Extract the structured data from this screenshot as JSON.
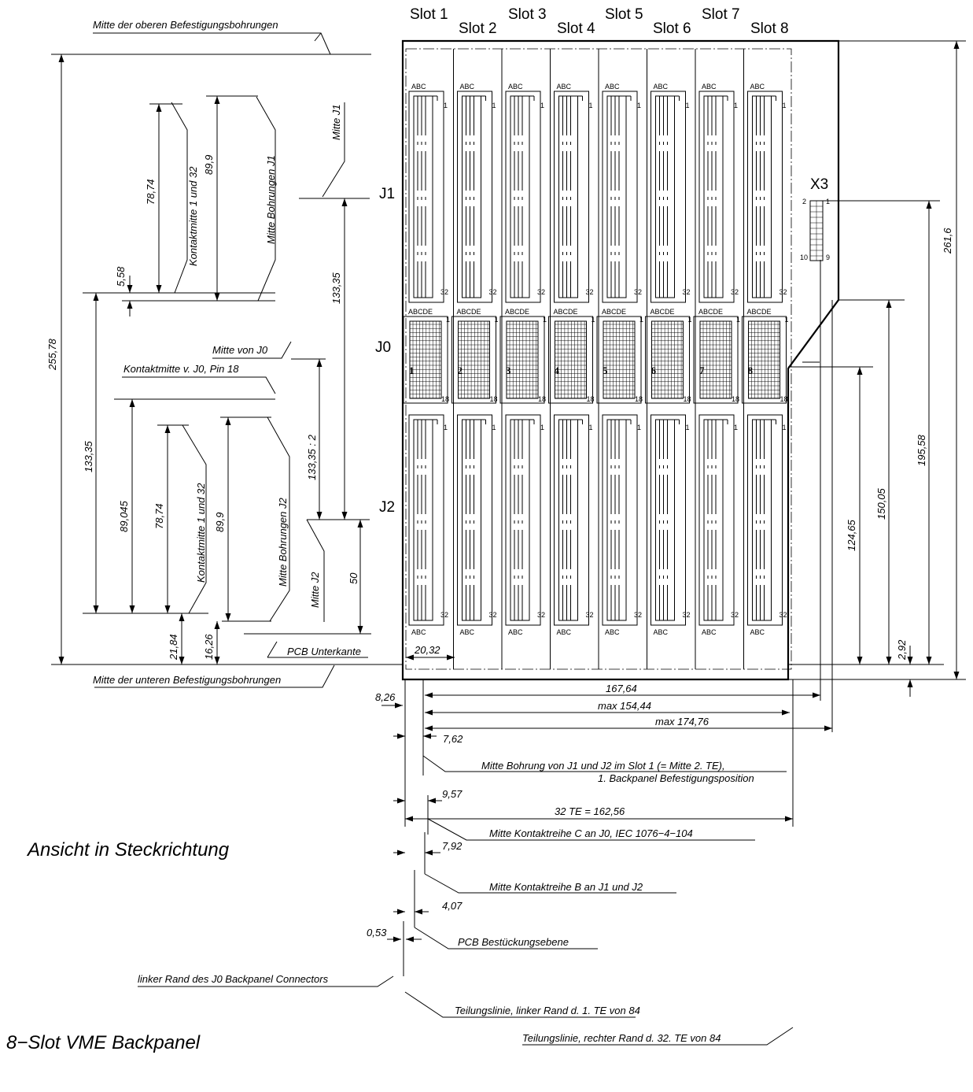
{
  "titles": {
    "view": "Ansicht in Steckrichtung",
    "drawing": "8−Slot VME Backpanel"
  },
  "slots": [
    "Slot 1",
    "Slot 2",
    "Slot 3",
    "Slot 4",
    "Slot 5",
    "Slot 6",
    "Slot 7",
    "Slot 8"
  ],
  "connectors": {
    "j1": "J1",
    "j0": "J0",
    "j2": "J2",
    "x3": "X3"
  },
  "pin_labels": {
    "abc": "ABC",
    "abcde": "ABCDE",
    "p1": "1",
    "p32": "32",
    "p18": "18",
    "x3_2": "2",
    "x3_1": "1",
    "x3_10": "10",
    "x3_9": "9"
  },
  "j0_slot_numbers": [
    "1",
    "2",
    "3",
    "4",
    "5",
    "6",
    "7",
    "8"
  ],
  "notes": {
    "top_holes": "Mitte der oberen Befestigungsbohrungen",
    "bottom_holes": "Mitte der unteren Befestigungsbohrungen",
    "mitte_j1": "Mitte J1",
    "mitte_j2": "Mitte J2",
    "bohrungen_j1": "Mitte Bohrungen J1",
    "bohrungen_j2": "Mitte Bohrungen J2",
    "kontakt_j1": "Kontaktmitte 1 und 32",
    "kontakt_j2": "Kontaktmitte 1 und 32",
    "mitte_j0": "Mitte von J0",
    "kontakt_j0": "Kontaktmitte v. J0, Pin 18",
    "pcb_unterkante": "PCB Unterkante",
    "bohrung_slot1_a": "Mitte Bohrung von J1 und J2 im Slot 1 (= Mitte 2. TE),",
    "bohrung_slot1_b": "1. Backpanel Befestigungsposition",
    "reihe_c": "Mitte Kontaktreihe C an J0, IEC 1076−4−104",
    "reihe_b": "Mitte Kontaktreihe B an J1 und J2",
    "bestueckung": "PCB Bestückungsebene",
    "linker_rand": "linker Rand des J0 Backpanel Connectors",
    "teilung_links": "Teilungslinie, linker Rand d. 1. TE von 84",
    "teilung_rechts": "Teilungslinie, rechter Rand d. 32. TE von 84"
  },
  "dimensions": {
    "d255_78": "255,78",
    "d133_35_left": "133,35",
    "d5_58": "5,58",
    "d78_74_j1": "78,74",
    "d89_9_j1": "89,9",
    "d89_045": "89,045",
    "d78_74_j2": "78,74",
    "d89_9_j2": "89,9",
    "d21_84": "21,84",
    "d16_26": "16,26",
    "d133_35_mid": "133,35",
    "d133_35_half": "133,35 : 2",
    "d50": "50",
    "d20_32": "20,32",
    "d261_6": "261,6",
    "d195_58": "195,58",
    "d150_05": "150,05",
    "d124_65": "124,65",
    "d2_92": "2,92",
    "d8_26": "8,26",
    "d167_64": "167,64",
    "d154_44": "max 154,44",
    "d174_76": "max 174,76",
    "d7_62": "7,62",
    "d9_57": "9,57",
    "d7_92": "7,92",
    "d4_07": "4,07",
    "d0_53": "0,53",
    "d32te": "32 TE = 162,56"
  }
}
